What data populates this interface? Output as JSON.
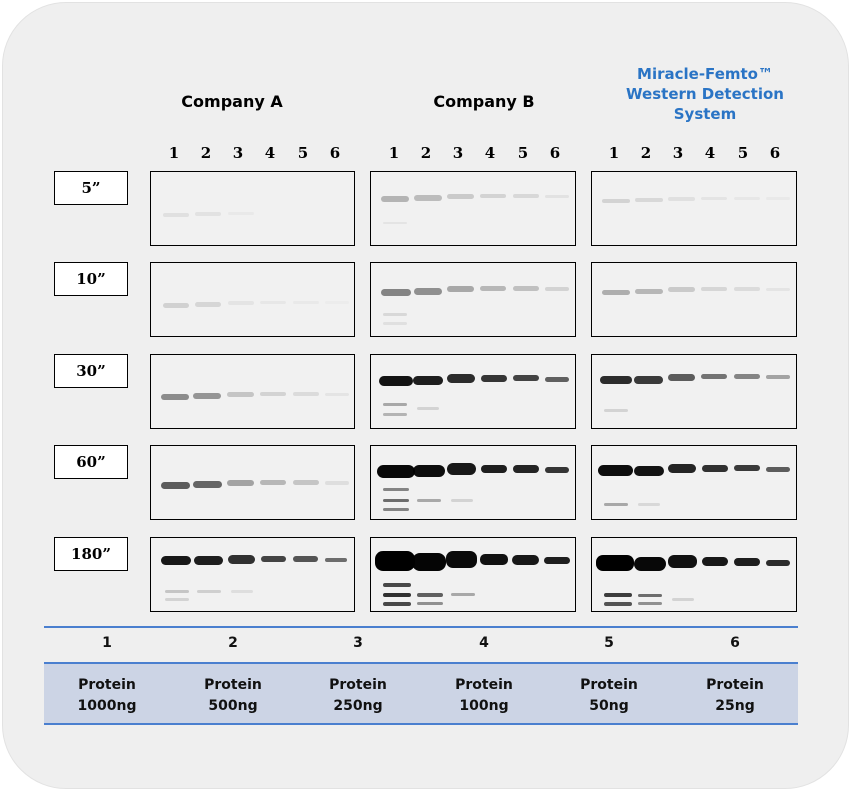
{
  "groups": [
    {
      "title": "Company A"
    },
    {
      "title": "Company B"
    },
    {
      "title": "Miracle-Femto™ Western Detection System"
    }
  ],
  "title_line1": "Miracle-Femto™",
  "title_line2": "Western Detection",
  "title_line3": "System",
  "lanes": [
    "1",
    "2",
    "3",
    "4",
    "5",
    "6"
  ],
  "exposures": [
    "5”",
    "10”",
    "30”",
    "60”",
    "180”"
  ],
  "legend": [
    {
      "num": "1",
      "line1": "Protein",
      "line2": "1000ng"
    },
    {
      "num": "2",
      "line1": "Protein",
      "line2": "500ng"
    },
    {
      "num": "3",
      "line1": "Protein",
      "line2": "250ng"
    },
    {
      "num": "4",
      "line1": "Protein",
      "line2": "100ng"
    },
    {
      "num": "5",
      "line1": "Protein",
      "line2": "50ng"
    },
    {
      "num": "6",
      "line1": "Protein",
      "line2": "25ng"
    }
  ],
  "colors": {
    "accent": "#2a74c5",
    "rule": "#4a7fcf",
    "band": "#ccd4e5"
  }
}
